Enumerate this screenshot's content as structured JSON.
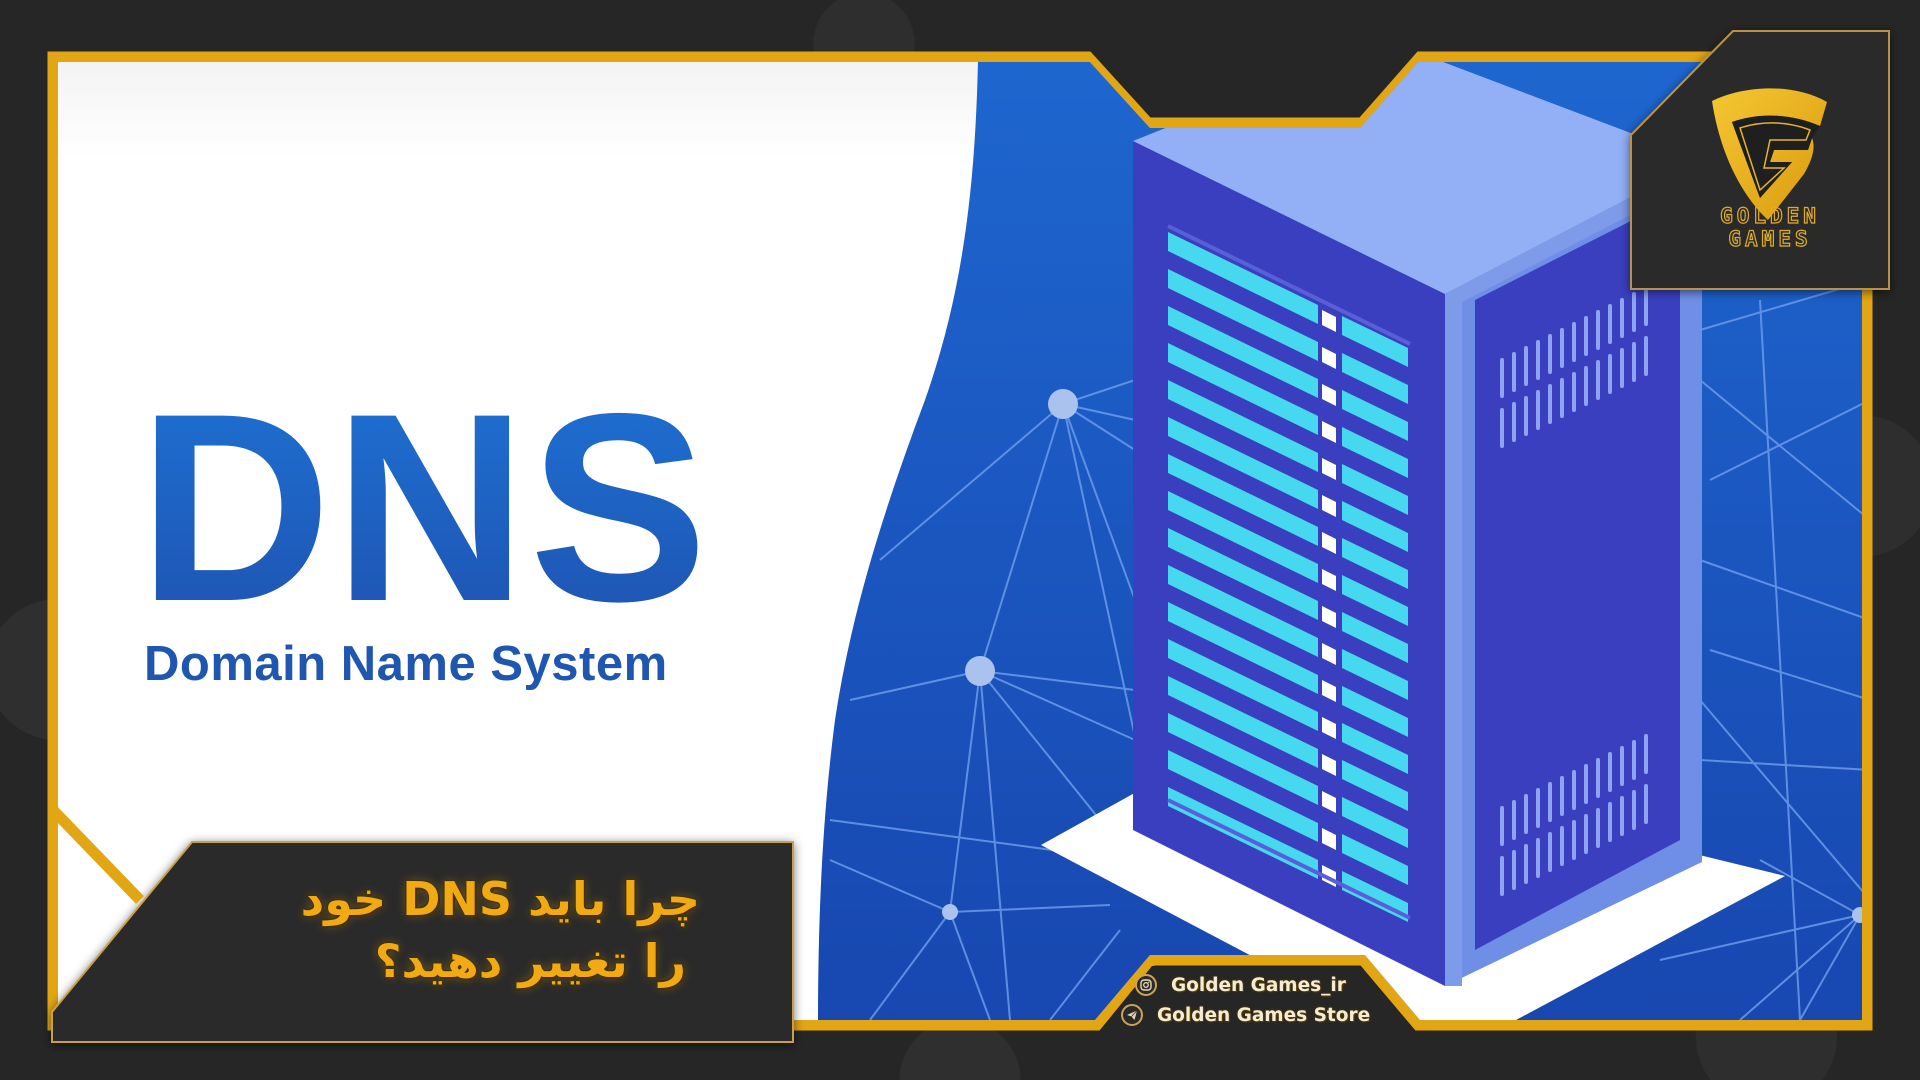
{
  "banner": {
    "title": "DNS",
    "subtitle": "Domain Name System",
    "caption": {
      "line1": "چرا باید DNS خود",
      "line2": "را تغییر دهید؟"
    }
  },
  "brand": {
    "logo_letter": "G",
    "name_line1": "GOLDEN",
    "name_line2": "GAMES",
    "logo_icon": "shield-g-logo"
  },
  "social": [
    {
      "icon": "instagram-icon",
      "label": "Golden Games_ir"
    },
    {
      "icon": "telegram-icon",
      "label": "Golden Games Store"
    }
  ],
  "illustration": {
    "subject": "server-tower",
    "network_nodes": 3
  },
  "colors": {
    "gold": "#e2a514",
    "dark_bg": "#262626",
    "panel_dark": "#2b2b2b",
    "blue_bg": "#1b58c2",
    "dns_blue": "#1e63c4",
    "server_face": "#3a3fbf",
    "server_top": "#93aff5",
    "server_slots": "#45d8ee"
  }
}
